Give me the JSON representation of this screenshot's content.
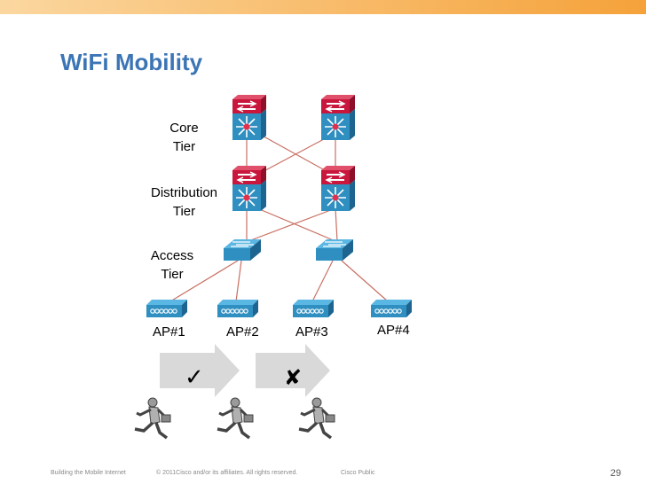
{
  "slide": {
    "title": "WiFi Mobility",
    "page_number": "29"
  },
  "tiers": {
    "core": [
      "Core",
      "Tier"
    ],
    "distribution": [
      "Distribution",
      "Tier"
    ],
    "access": [
      "Access",
      "Tier"
    ]
  },
  "access_points": [
    "AP#1",
    "AP#2",
    "AP#3",
    "AP#4"
  ],
  "roam": {
    "allowed_mark": "✓",
    "blocked_mark": "✘"
  },
  "footer": {
    "left": "Building the Mobile Internet",
    "center": "© 2011Cisco and/or its affiliates. All rights reserved.",
    "right": "Cisco Public"
  },
  "colors": {
    "title": "#3c75b5",
    "link": "#c87064",
    "router_top": "#c8163c",
    "router_body": "#2f8fc0",
    "ap_body": "#2f8fc0",
    "arrow": "#d9d9d9"
  }
}
